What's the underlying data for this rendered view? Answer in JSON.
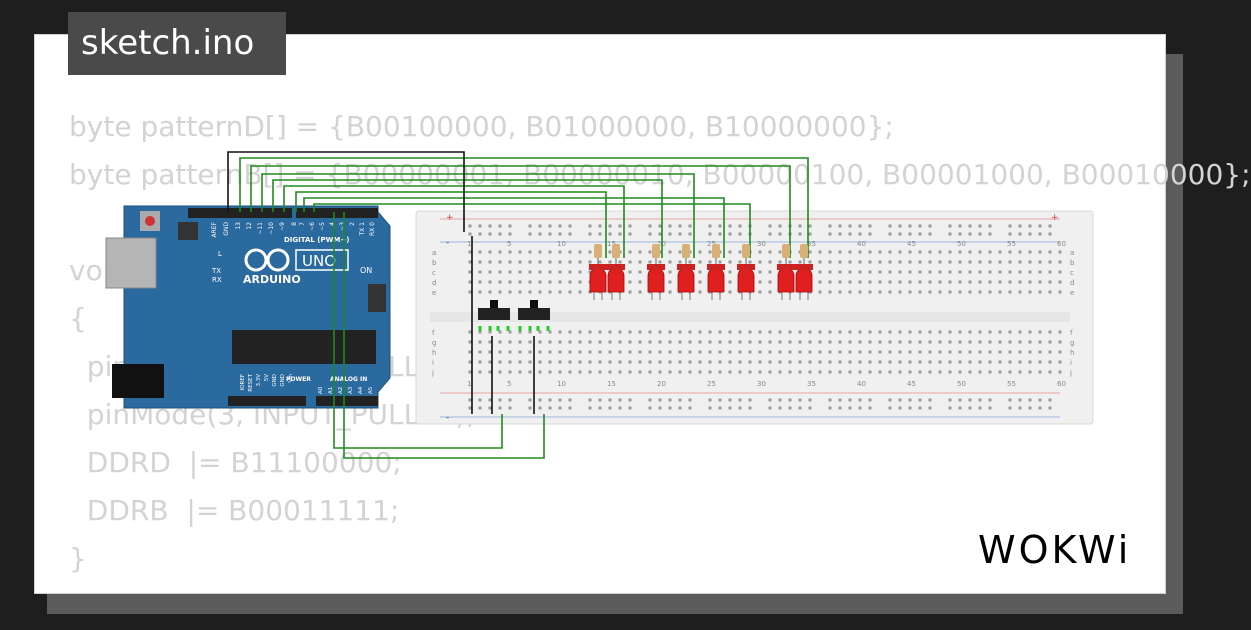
{
  "title": "sketch.ino",
  "code_lines": [
    "byte patternD[] = {B00100000, B01000000, B10000000};",
    "byte patternB[] = {B00000001, B00000010, B00000100, B00001000, B00010000};",
    "",
    "void setup()",
    "{",
    "  pinMode(2, INPUT_PULLUP);",
    "  pinMode(3, INPUT_PULLUP);",
    "  DDRD  |= B11100000;",
    "  DDRB  |= B00011111;",
    "}"
  ],
  "logo": "WOKWi",
  "arduino": {
    "model": "UNO",
    "brand": "ARDUINO",
    "digital_label": "DIGITAL (PWM~)",
    "aref": "AREF",
    "gnd": "GND",
    "pin_labels_top": [
      "13",
      "12",
      "~11",
      "~10",
      "~9",
      "8",
      "7",
      "~6",
      "~5",
      "4",
      "~3",
      "2",
      "TX 1",
      "RX 0"
    ],
    "led_labels": [
      "L",
      "TX",
      "RX"
    ],
    "on_label": "ON",
    "power_label": "POWER",
    "analog_label": "ANALOG IN",
    "power_pins": [
      "IOREF",
      "RESET",
      "3.3V",
      "5V",
      "GND",
      "GND",
      "Vin"
    ],
    "analog_pins": [
      "A0",
      "A1",
      "A2",
      "A3",
      "A4",
      "A5"
    ]
  },
  "breadboard": {
    "column_numbers": [
      "1",
      "5",
      "10",
      "15",
      "20",
      "25",
      "30",
      "35",
      "40",
      "45",
      "50",
      "55",
      "60"
    ],
    "row_letters_top": [
      "a",
      "b",
      "c",
      "d",
      "e"
    ],
    "row_letters_bottom": [
      "f",
      "g",
      "h",
      "i",
      "j"
    ],
    "rail_plus": "+",
    "rail_minus": "-"
  },
  "colors": {
    "background": "#1e1e1e",
    "card": "#ffffff",
    "code_text": "#d3d3d3",
    "title_tab": "#4a4a4a",
    "arduino_board": "#2b6a9f",
    "wire_green": "#1e8b1e",
    "wire_black": "#111111",
    "led_red": "#e02020",
    "breadboard": "#f0f0f0"
  },
  "led_count": 8,
  "button_count": 2
}
